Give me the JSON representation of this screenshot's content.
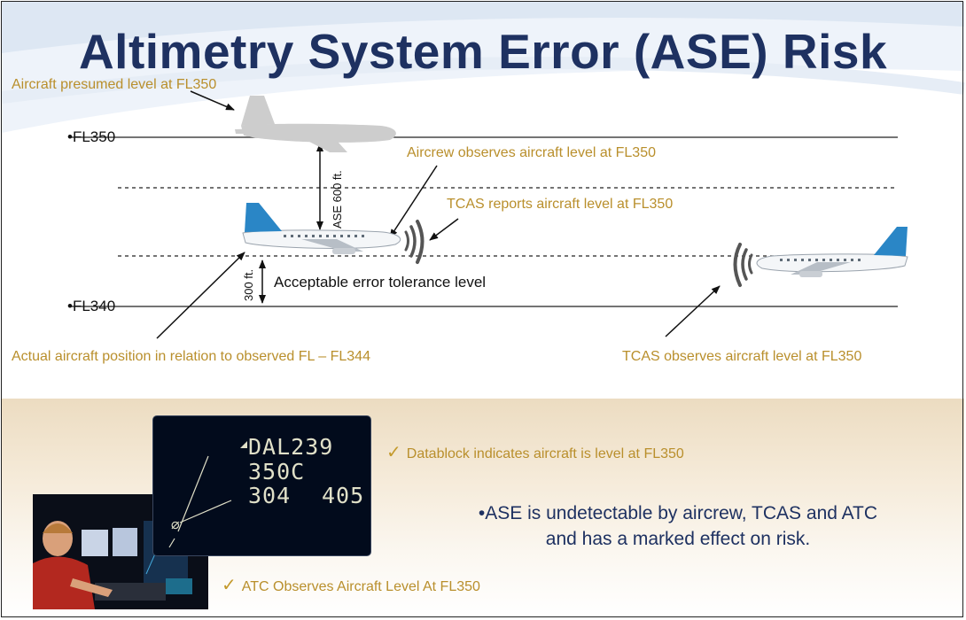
{
  "title": "Altimetry System Error (ASE) Risk",
  "flight_levels": {
    "upper": "•FL350",
    "lower": "•FL340"
  },
  "labels": {
    "presumed_level": "Aircraft presumed level at FL350",
    "aircrew_observes": "Aircrew observes aircraft level at FL350",
    "tcas_reports": "TCAS reports aircraft level at FL350",
    "actual_position": "Actual aircraft position in relation to observed FL – FL344",
    "tcas_observes": "TCAS observes aircraft level at FL350",
    "ase_600": "ASE 600 ft.",
    "ft_300": "300 ft.",
    "tolerance": "Acceptable error tolerance level"
  },
  "datablock": {
    "callsign": "DAL239",
    "altitude": "350C",
    "field_a": "304",
    "field_b": "405"
  },
  "checks": {
    "datablock": "Datablock indicates aircraft is level at FL350",
    "atc": "ATC Observes Aircraft Level At FL350"
  },
  "summary": {
    "line1": "•ASE is undetectable by aircrew, TCAS and ATC",
    "line2": "and has a marked effect on risk."
  },
  "colors": {
    "title": "#1e3161",
    "annotation": "#b98f2c",
    "ghost_aircraft": "#cfcfcf",
    "tail_blue": "#2a86c6"
  }
}
